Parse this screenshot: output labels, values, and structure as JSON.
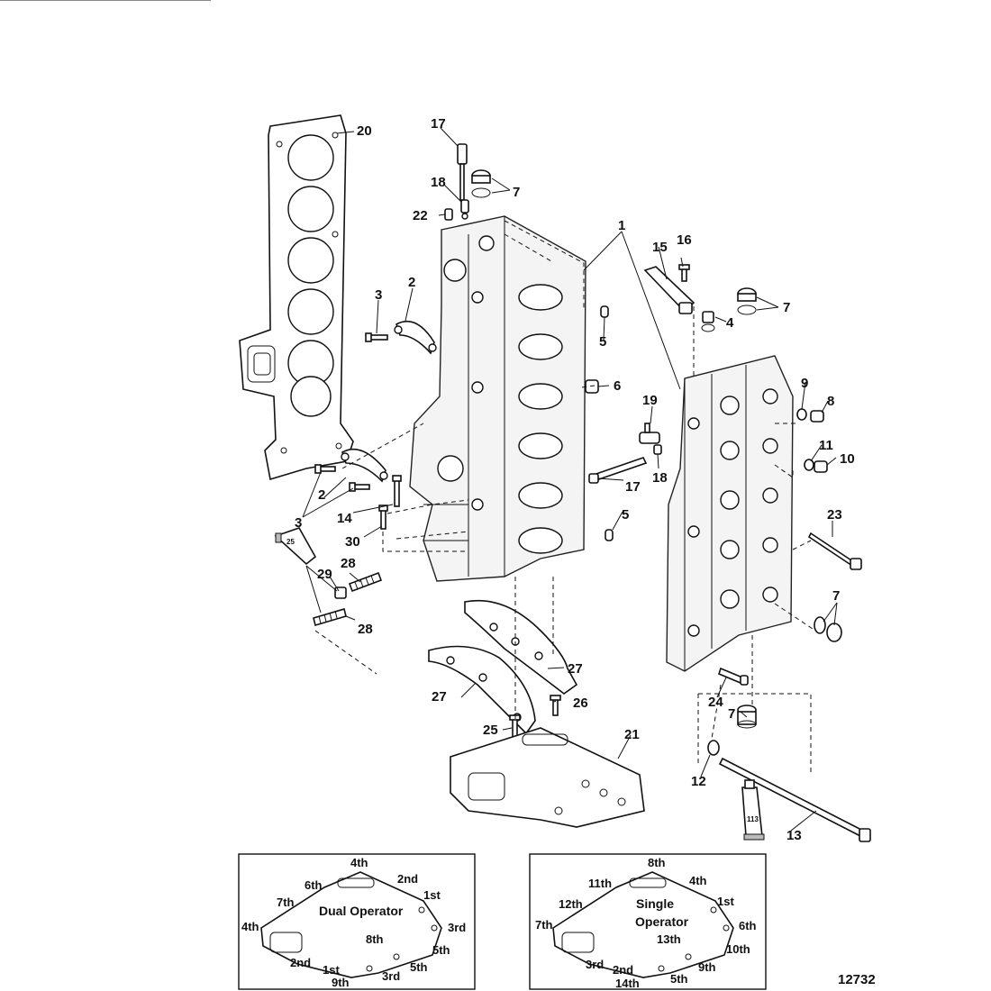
{
  "figure_number": "12732",
  "callouts": [
    "1",
    "2",
    "2",
    "3",
    "3",
    "4",
    "5",
    "5",
    "6",
    "7",
    "7",
    "7",
    "7",
    "8",
    "9",
    "10",
    "11",
    "12",
    "13",
    "14",
    "15",
    "16",
    "17",
    "17",
    "18",
    "18",
    "19",
    "20",
    "21",
    "22",
    "23",
    "24",
    "25",
    "26",
    "27",
    "27",
    "28",
    "28",
    "29",
    "30"
  ],
  "tube_labels": [
    "25",
    "113"
  ],
  "inset_dual": {
    "title_line1": "Dual Operator",
    "labels": [
      "4th",
      "6th",
      "2nd",
      "7th",
      "1st",
      "4th",
      "3rd",
      "8th",
      "5th",
      "2nd",
      "1st",
      "5th",
      "3rd",
      "9th"
    ]
  },
  "inset_single": {
    "title_line1": "Single",
    "title_line2": "Operator",
    "labels": [
      "8th",
      "11th",
      "4th",
      "12th",
      "1st",
      "7th",
      "6th",
      "13th",
      "10th",
      "3rd",
      "2nd",
      "9th",
      "14th",
      "5th"
    ]
  }
}
